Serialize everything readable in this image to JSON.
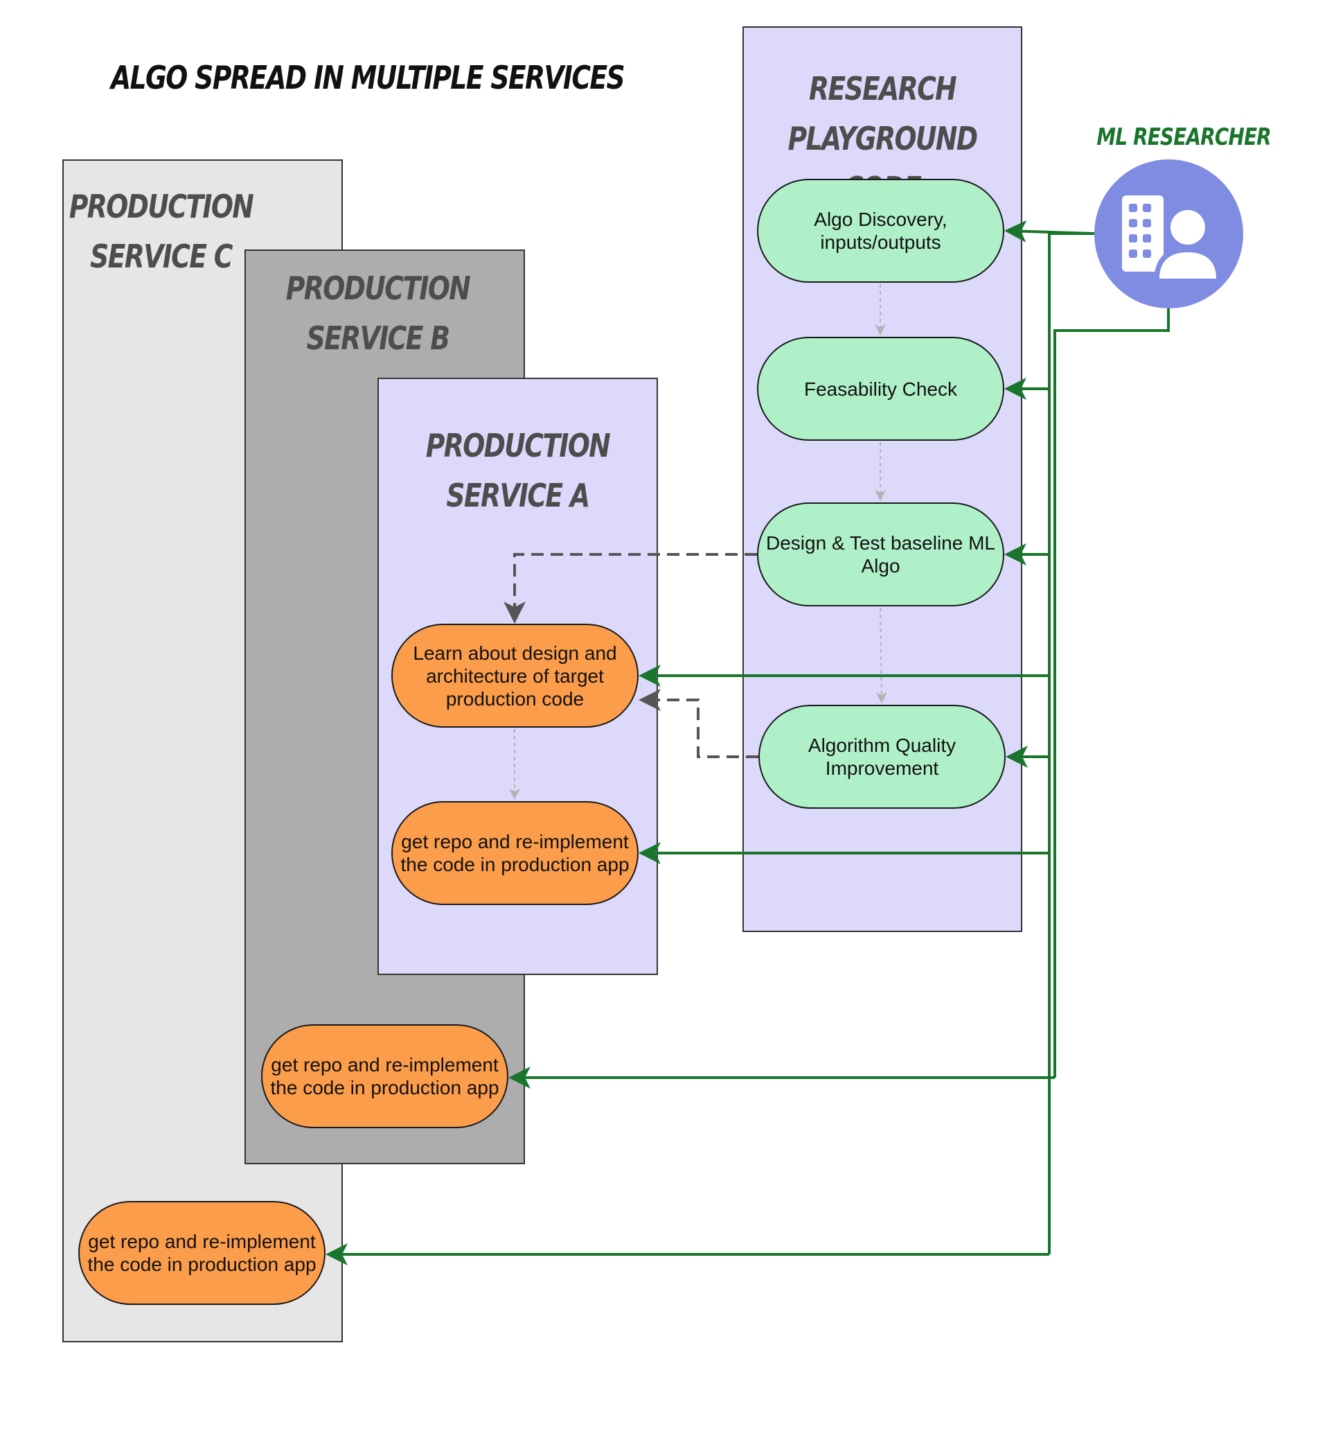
{
  "title": "ALGO SPREAD IN MULTIPLE SERVICES",
  "actor": {
    "label": "ML RESEARCHER",
    "icon": "researcher-building-icon"
  },
  "lanes": {
    "service_c": {
      "title": "PRODUCTION\nSERVICE C",
      "color": "#e6e6e6"
    },
    "service_b": {
      "title": "PRODUCTION\nSERVICE B",
      "color": "#adadad"
    },
    "service_a": {
      "title": "PRODUCTION\nSERVICE A",
      "color": "#dcd9fb"
    },
    "research": {
      "title": "RESEARCH\nPLAYGROUND CODE",
      "color": "#dcd9fb"
    }
  },
  "nodes": {
    "algo_discovery": "Algo Discovery, inputs/outputs",
    "feasability_check": "Feasability Check",
    "design_test": "Design & Test baseline ML Algo",
    "quality_improvement": "Algorithm Quality Improvement",
    "learn_design": "Learn about design and architecture of target production code",
    "reimplement_a": "get repo and re-implement the code in production app",
    "reimplement_b": "get repo and re-implement the code in production app",
    "reimplement_c": "get repo and re-implement the code in production app"
  },
  "colors": {
    "green_node": "#b0f0c9",
    "orange_node": "#fc9d4c",
    "actor": "#7f8ce1",
    "connector": "#19752b"
  }
}
